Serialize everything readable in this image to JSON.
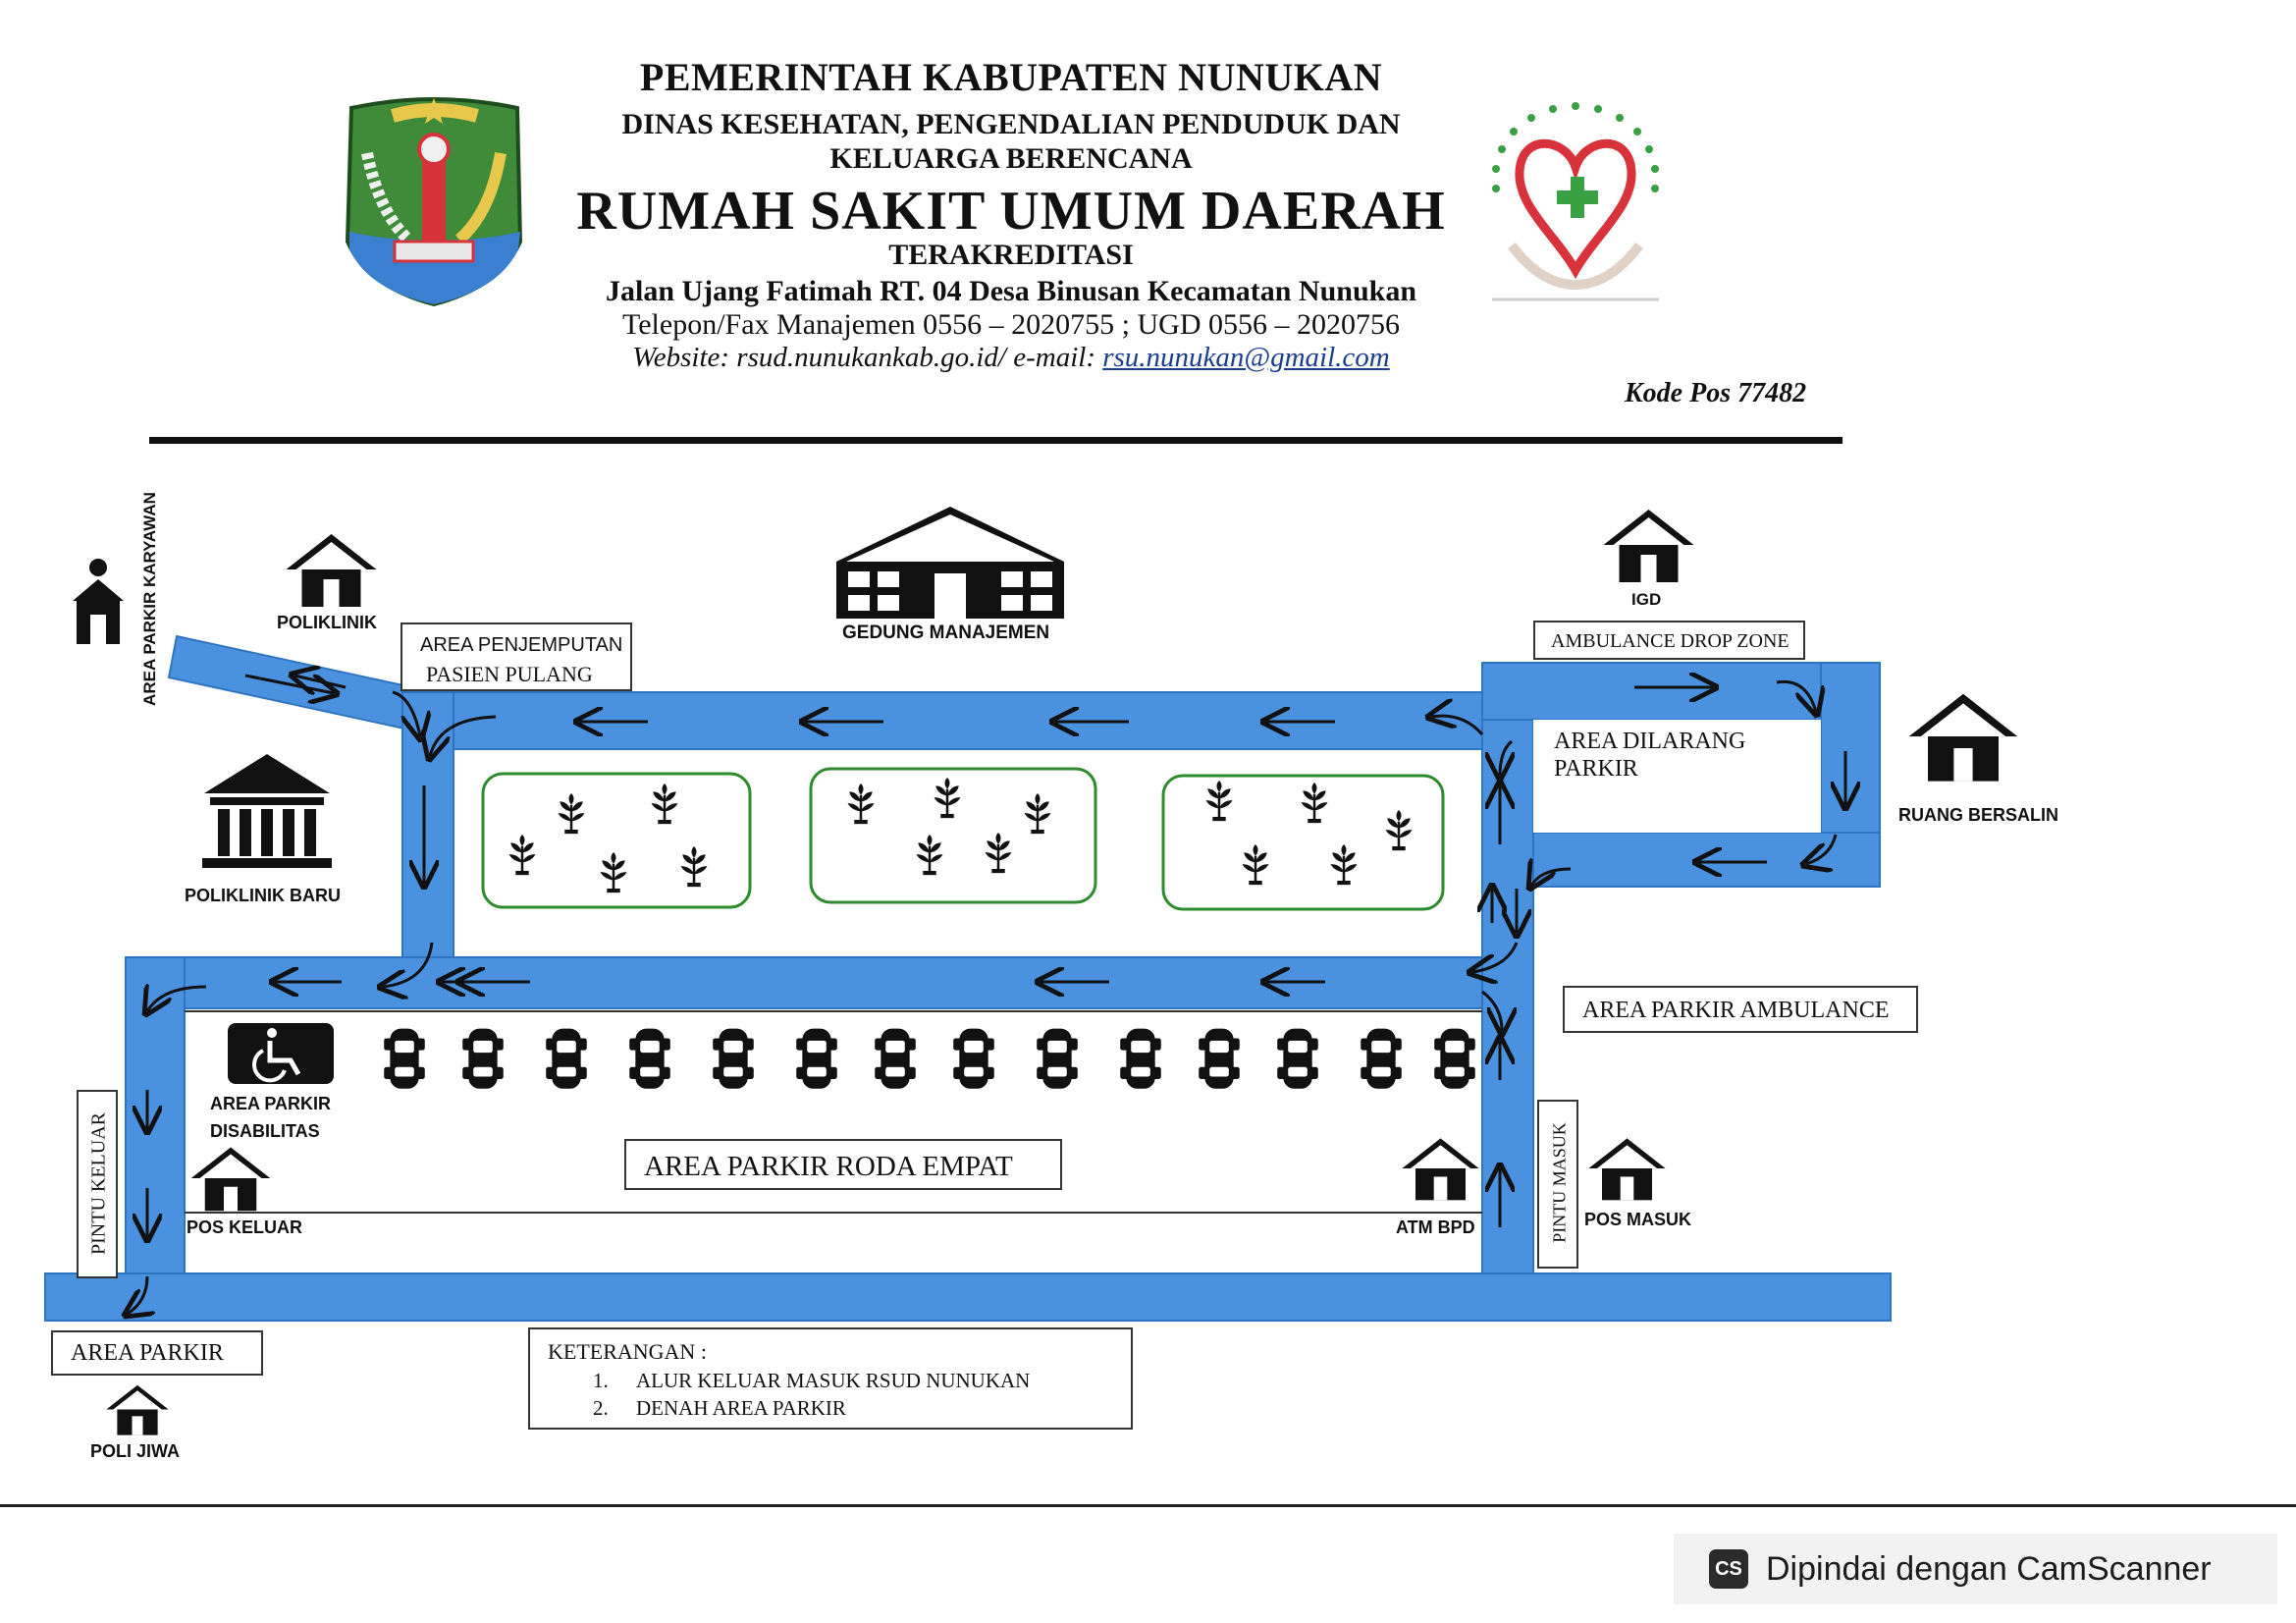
{
  "header": {
    "line1": "PEMERINTAH KABUPATEN NUNUKAN",
    "line2": "DINAS KESEHATAN, PENGENDALIAN PENDUDUK DAN",
    "line3": "KELUARGA BERENCANA",
    "title": "RUMAH SAKIT UMUM DAERAH",
    "accreditation": "TERAKREDITASI",
    "address": "Jalan Ujang Fatimah RT. 04 Desa Binusan Kecamatan Nunukan",
    "phone": "Telepon/Fax Manajemen 0556 – 2020755 ; UGD 0556 – 2020756",
    "website": "Website: rsud.nunukankab.go.id/ e-mail: ",
    "email": "rsu.nunukan@gmail.com",
    "postal": "Kode Pos 77482"
  },
  "map": {
    "area_parkir_karyawan": "AREA PARKIR KARYAWAN",
    "poliklinik": "POLIKLINIK",
    "area_penjemputan": "AREA PENJEMPUTAN",
    "pasien_pulang": "PASIEN PULANG",
    "gedung_manajemen": "GEDUNG MANAJEMEN",
    "igd": "IGD",
    "ambulance_drop_zone": "AMBULANCE DROP ZONE",
    "area_dilarang": "AREA DILARANG",
    "parkir": "PARKIR",
    "ruang_bersalin": "RUANG BERSALIN",
    "poliklinik_baru": "POLIKLINIK BARU",
    "area_parkir_ambulance": "AREA PARKIR AMBULANCE",
    "area_parkir_disabilitas_1": "AREA PARKIR",
    "area_parkir_disabilitas_2": "DISABILITAS",
    "area_parkir_roda_empat": "AREA PARKIR RODA EMPAT",
    "pintu_keluar": "PINTU KELUAR",
    "pos_keluar": "POS KELUAR",
    "atm_bpd": "ATM BPD",
    "pintu_masuk": "PINTU MASUK",
    "pos_masuk": "POS MASUK",
    "area_parkir": "AREA PARKIR",
    "poli_jiwa": "POLI JIWA"
  },
  "legend": {
    "title": "KETERANGAN :",
    "items": [
      {
        "num": "1.",
        "text": "ALUR KELUAR MASUK RSUD NUNUKAN"
      },
      {
        "num": "2.",
        "text": "DENAH AREA PARKIR"
      }
    ]
  },
  "scanner": {
    "label": "Dipindai dengan CamScanner",
    "logo": "CS"
  },
  "colors": {
    "road": "#4a92e0",
    "road_edge": "#2f74c0",
    "garden_border": "#2e8b2e",
    "icon": "#1a1a1a",
    "link": "#1a3d8f"
  },
  "icons": [
    "building-icon",
    "hospital-icon",
    "government-icon",
    "wheelchair-icon",
    "car-icon",
    "plant-icon",
    "crest-icon",
    "heart-logo-icon",
    "arrow-icon"
  ]
}
